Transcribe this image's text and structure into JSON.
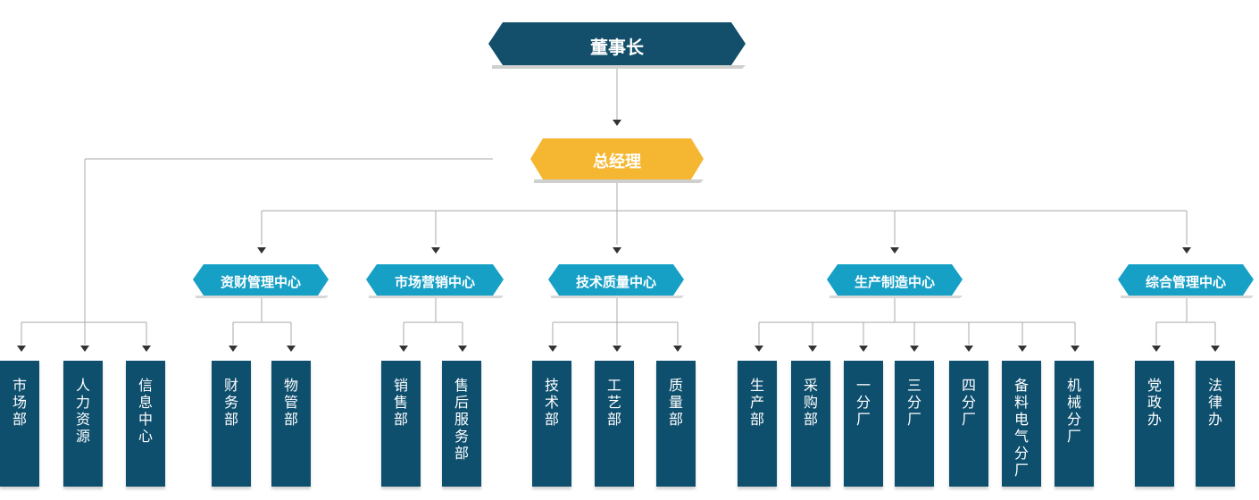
{
  "chairman": {
    "label": "董事长"
  },
  "general_manager": {
    "label": "总经理"
  },
  "centers": [
    {
      "id": "finance",
      "label": "资财管理中心"
    },
    {
      "id": "marketing",
      "label": "市场营销中心"
    },
    {
      "id": "tech",
      "label": "技术质量中心"
    },
    {
      "id": "production",
      "label": "生产制造中心"
    },
    {
      "id": "admin",
      "label": "综合管理中心"
    }
  ],
  "direct_departments": [
    {
      "label": "市场部"
    },
    {
      "label": "人力资源"
    },
    {
      "label": "信息中心"
    }
  ],
  "departments": {
    "finance": [
      {
        "label": "财务部"
      },
      {
        "label": "物管部"
      }
    ],
    "marketing": [
      {
        "label": "销售部"
      },
      {
        "label": "售后服务部"
      }
    ],
    "tech": [
      {
        "label": "技术部"
      },
      {
        "label": "工艺部"
      },
      {
        "label": "质量部"
      }
    ],
    "production": [
      {
        "label": "生产部"
      },
      {
        "label": "采购部"
      },
      {
        "label": "一分厂"
      },
      {
        "label": "三分厂"
      },
      {
        "label": "四分厂"
      },
      {
        "label": "备料电气分厂"
      },
      {
        "label": "机械分厂"
      }
    ],
    "admin": [
      {
        "label": "党政办"
      },
      {
        "label": "法律办"
      }
    ]
  },
  "colors": {
    "chairman_fill": "#134e6b",
    "general_manager_fill": "#f5b731",
    "center_fill": "#17a0c6",
    "department_fill": "#0e4f6e",
    "connector": "#aaaaaa",
    "arrow": "#333333"
  }
}
